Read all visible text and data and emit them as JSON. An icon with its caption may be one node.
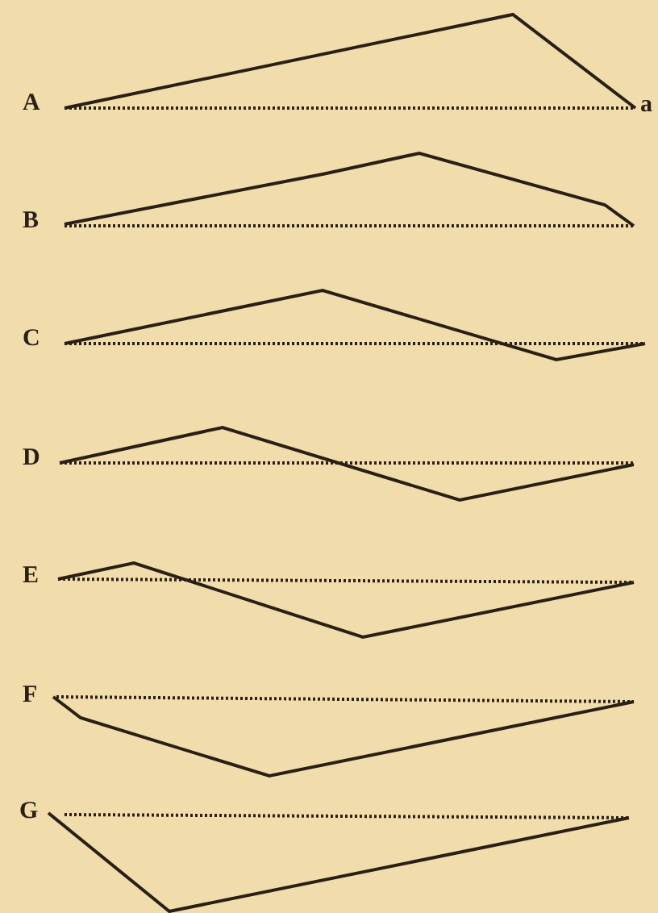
{
  "diagram": {
    "labels": [
      "A",
      "a",
      "B",
      "C",
      "D",
      "E",
      "F",
      "G"
    ]
  }
}
